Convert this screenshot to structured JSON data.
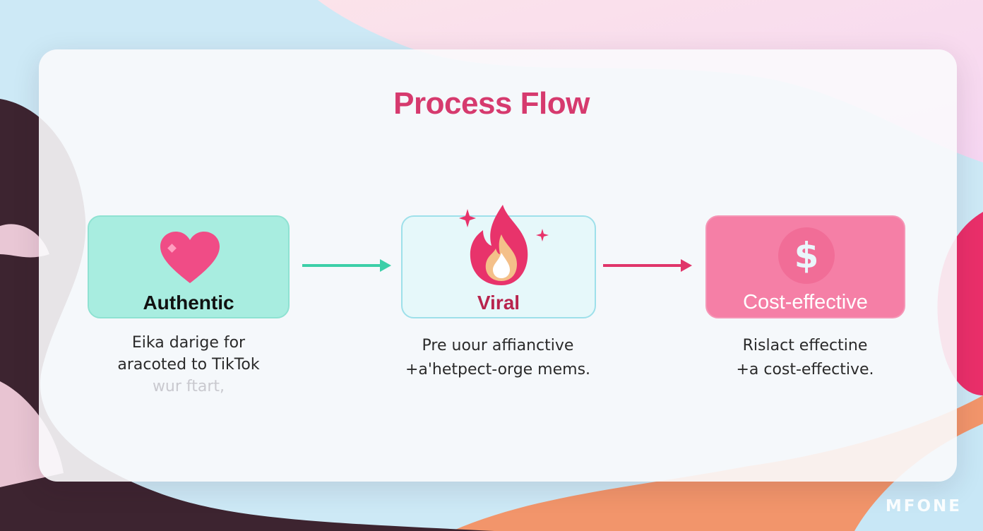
{
  "title": "Process Flow",
  "steps": [
    {
      "label": "Authentic",
      "icon": "heart-icon",
      "description": [
        "Eika darige for",
        "aracoted to TikTok"
      ],
      "description_faded": "wur ftart,"
    },
    {
      "label": "Viral",
      "icon": "flame-icon",
      "description": [
        "Pre uour affianctive",
        "+a'hetpect-orge mems."
      ]
    },
    {
      "label": "Cost-effective",
      "icon": "dollar-icon",
      "description": [
        "Rislact effectine",
        "+a cost-effective."
      ]
    }
  ],
  "watermark": "MFONE",
  "colors": {
    "title": "#d63a6e",
    "step1_fill": "#a8ede0",
    "step2_fill": "#e6f8fa",
    "step3_fill": "#f57fa6",
    "arrow1": "#3ccfa8",
    "arrow2": "#e0356a"
  }
}
